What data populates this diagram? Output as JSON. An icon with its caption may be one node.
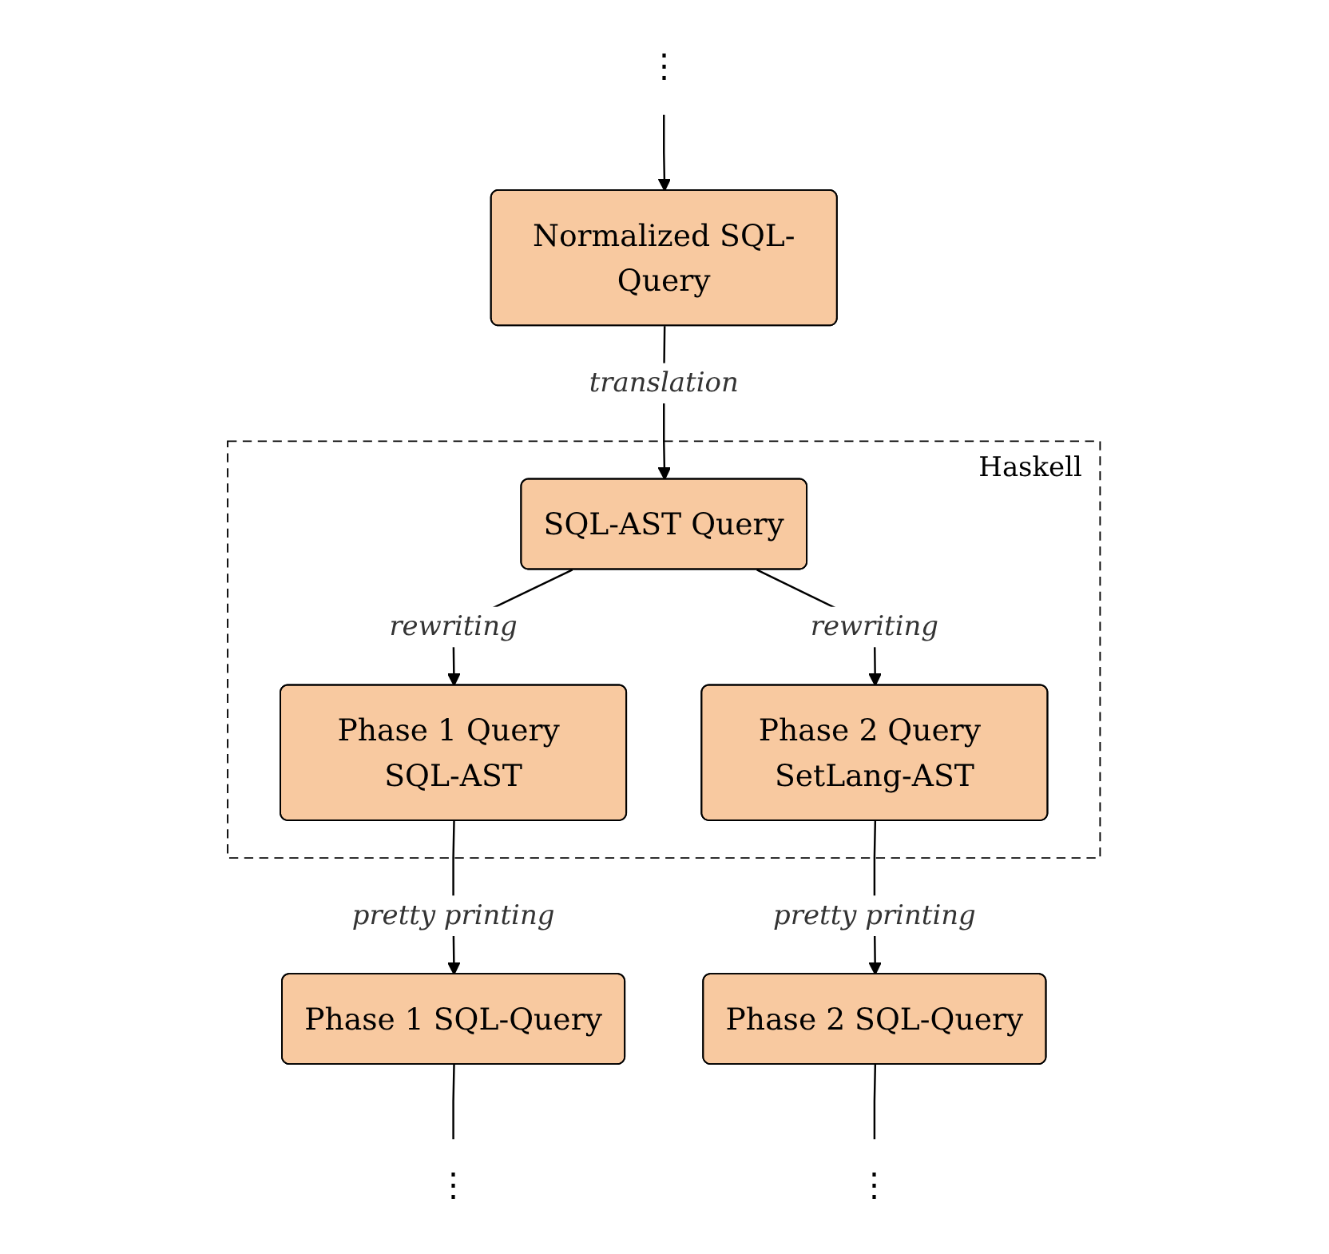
{
  "diagram": {
    "nodes": [
      {
        "text": [
          "⋮"
        ]
      },
      {
        "text": [
          "Normalized SQL-Query"
        ]
      },
      {
        "text": [
          "Haskell"
        ]
      },
      {
        "text": [
          "SQL-AST Query"
        ],
        "in": 2
      },
      {
        "text": [
          "Phase 1 Query SQL-AST"
        ],
        "in": 2
      },
      {
        "text": [
          "Phase 2 Query SetLang-AST"
        ],
        "in": 2
      },
      {
        "text": [
          "Phase 1 SQL-Query"
        ]
      },
      {
        "text": [
          "Phase 2 SQL-Query"
        ]
      },
      {
        "text": [
          "⋮"
        ]
      },
      {
        "text": [
          "⋮"
        ]
      }
    ],
    "edges": [
      {
        "from": 0,
        "to": 1,
        "arrow": "to"
      },
      {
        "from": 1,
        "to": 3,
        "arrow": "to",
        "label": "translation"
      },
      {
        "from": 3,
        "to": 4,
        "arrow": "to",
        "label": "rewriting"
      },
      {
        "from": 3,
        "to": 5,
        "arrow": "to",
        "label": "rewriting"
      },
      {
        "from": 4,
        "to": 6,
        "arrow": "to",
        "label": "pretty printing"
      },
      {
        "from": 5,
        "to": 7,
        "arrow": "to",
        "label": "pretty printing"
      },
      {
        "from": 6,
        "to": 8,
        "arrow": "none"
      },
      {
        "from": 7,
        "to": 9,
        "arrow": "none"
      }
    ]
  }
}
